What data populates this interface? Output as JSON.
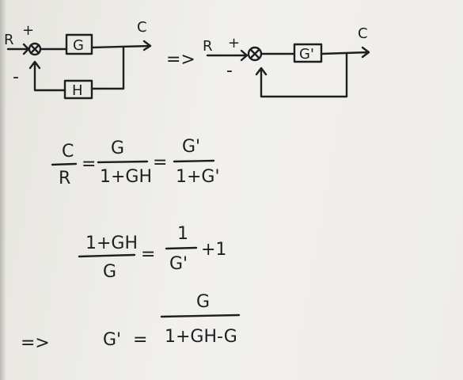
{
  "diagram_left": {
    "input": "R",
    "plus": "+",
    "minus": "-",
    "forward_block": "G",
    "feedback_block": "H",
    "output": "C"
  },
  "implies_1": "=>",
  "diagram_right": {
    "input": "R",
    "plus": "+",
    "minus": "-",
    "forward_block": "G'",
    "output": "C"
  },
  "eq1": {
    "lhs_num": "C",
    "lhs_den": "R",
    "eq": "=",
    "mid_num": "G",
    "mid_den": "1+GH",
    "eq2": "=",
    "rhs_num": "G'",
    "rhs_den": "1+G'"
  },
  "eq2": {
    "lhs_num": "1+GH",
    "lhs_den": "G",
    "eq": "=",
    "rhs_num": "1",
    "rhs_den": "G'",
    "rhs_tail": "+1"
  },
  "eq3": {
    "implies": "=>",
    "lhs": "G'",
    "eq": "=",
    "rhs_num": "G",
    "rhs_den": "1+GH-G"
  }
}
